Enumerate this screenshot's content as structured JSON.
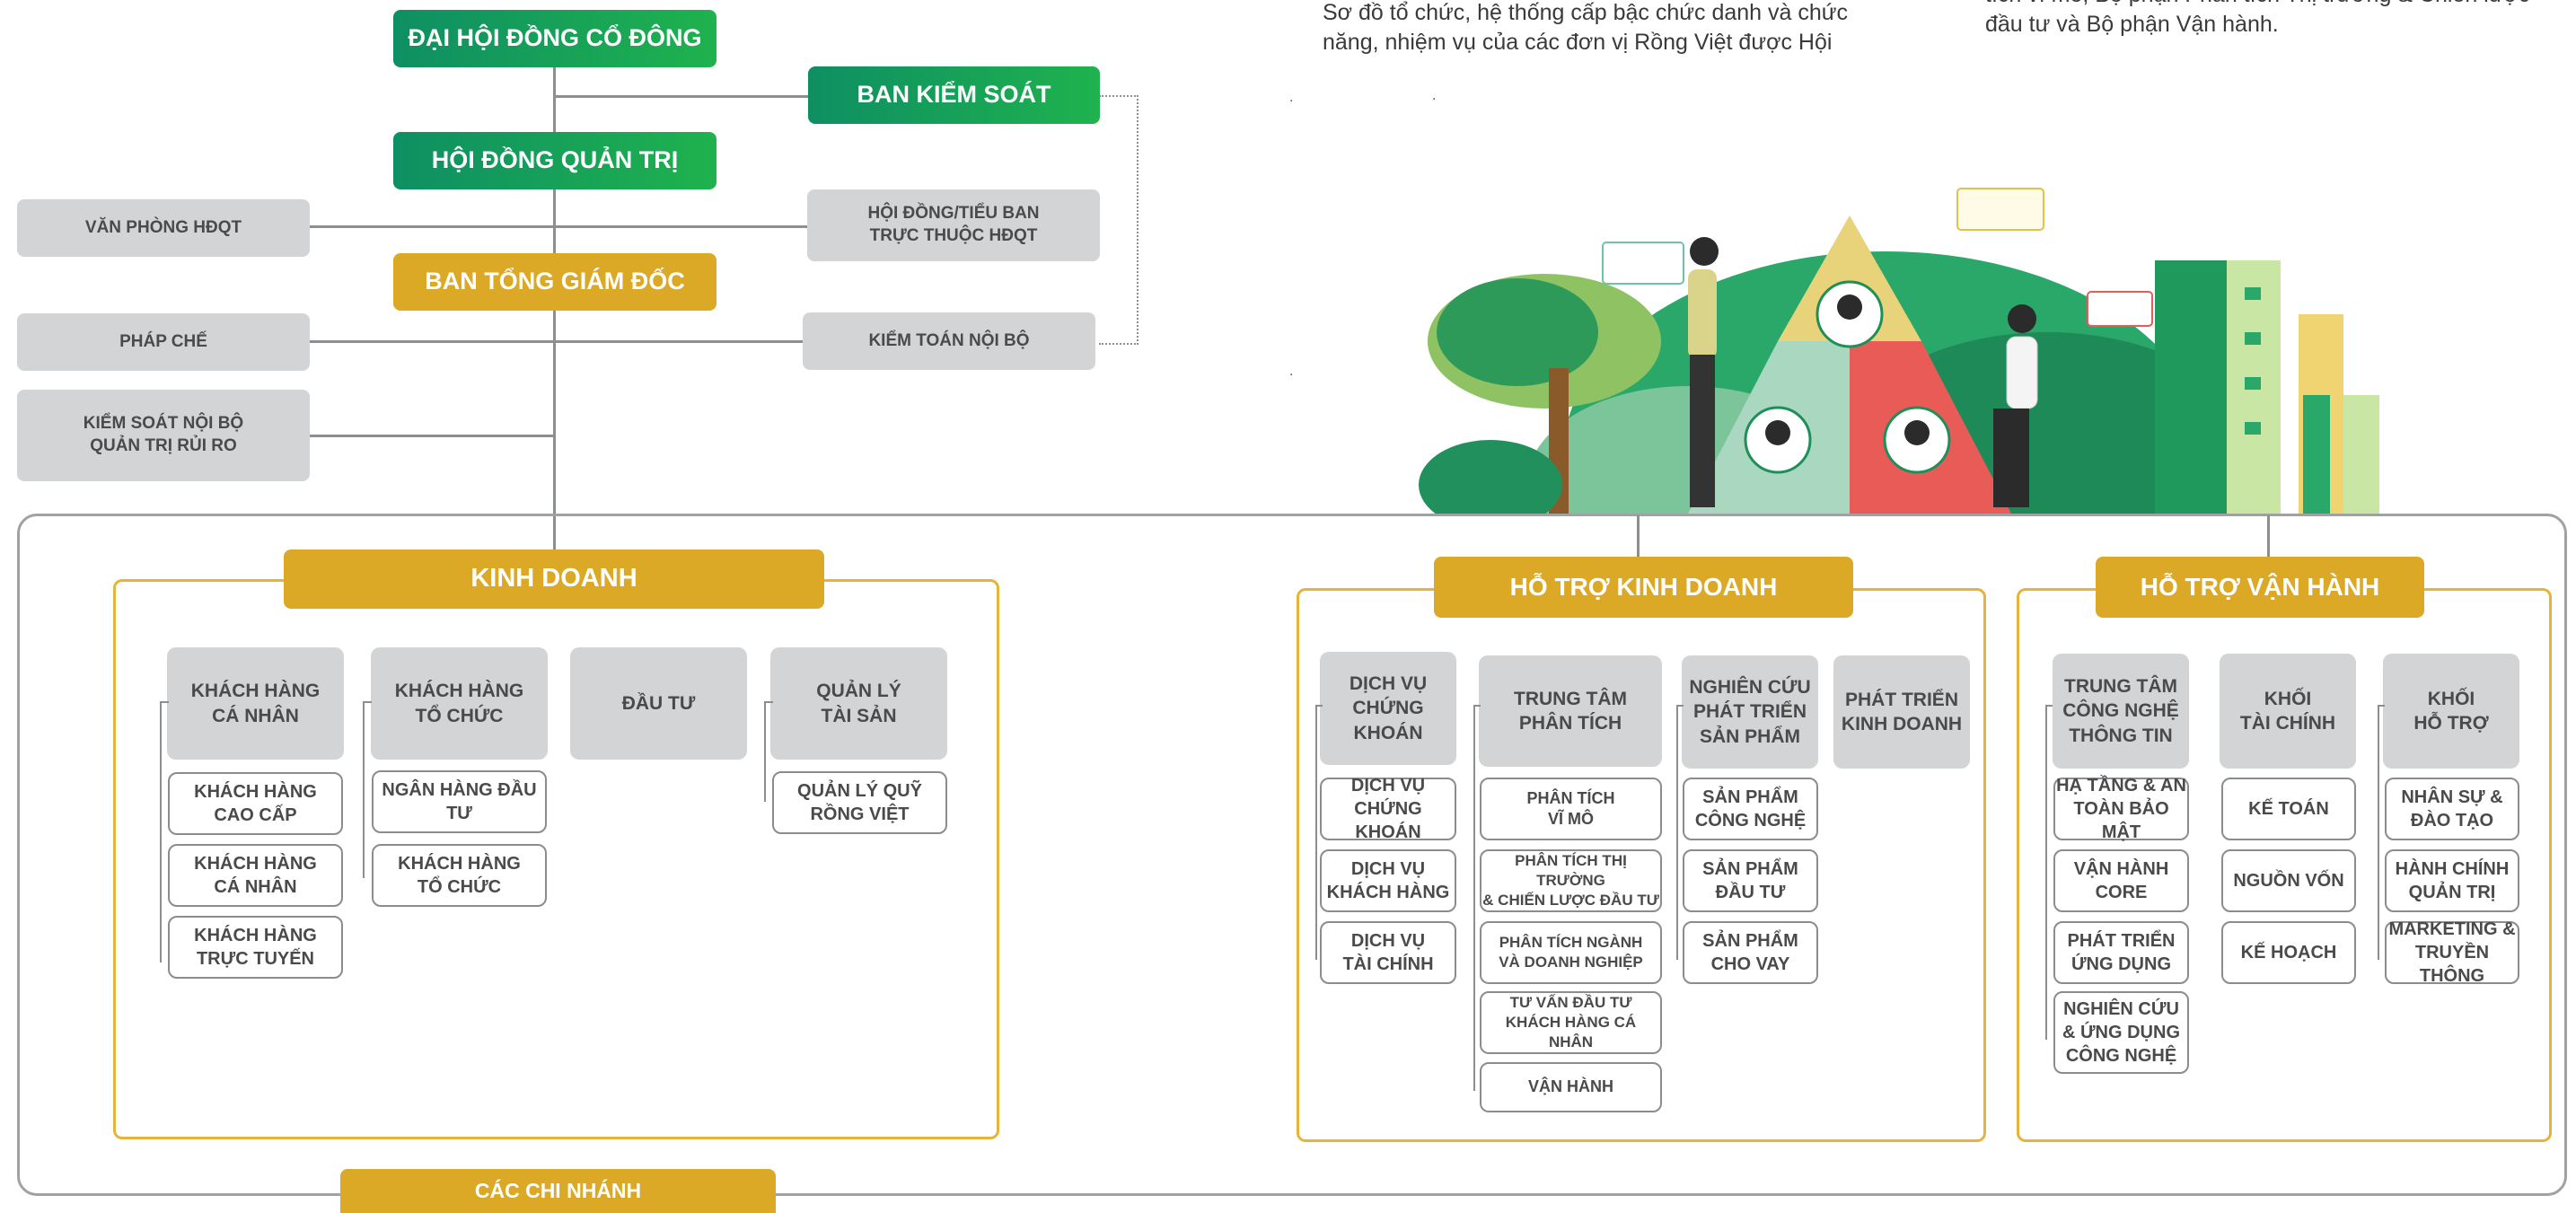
{
  "intro": {
    "left_text": "Sơ đồ tổ chức, hệ thống cấp bậc chức danh và chức\nnăng, nhiệm vụ của các đơn vị Rồng Việt được Hội",
    "right_text": "tích vĩ mô, Bộ phận Phân tích Thị trường & Chiến lược\nđầu tư và Bộ phận Vận hành."
  },
  "top": {
    "dhdcd": "ĐẠI HỘI ĐỒNG CỔ ĐÔNG",
    "ban_kiem_soat": "BAN KIỂM SOÁT",
    "hdqt": "HỘI ĐỒNG QUẢN TRỊ",
    "van_phong": "VĂN PHÒNG HĐQT",
    "hoi_dong_tieu_ban": "HỘI ĐỒNG/TIỂU BAN\nTRỰC THUỘC HĐQT",
    "ban_tgd": "BAN TỔNG GIÁM ĐỐC",
    "phap_che": "PHÁP CHẾ",
    "kiem_toan": "KIỂM TOÁN NỘI BỘ",
    "ksnb": "KIỂM SOÁT NỘI BỘ\nQUẢN TRỊ RỦI RO"
  },
  "kinh_doanh": {
    "title": "KINH DOANH",
    "kh_ca_nhan": "KHÁCH HÀNG\nCÁ NHÂN",
    "kh_to_chuc": "KHÁCH HÀNG\nTỔ CHỨC",
    "dau_tu": "ĐẦU TƯ",
    "quan_ly_tai_san": "QUẢN LÝ\nTÀI SẢN",
    "kh_cao_cap": "KHÁCH HÀNG\nCAO CẤP",
    "kh_ca_nhan_sub": "KHÁCH HÀNG\nCÁ NHÂN",
    "kh_truc_tuyen": "KHÁCH HÀNG\nTRỰC TUYẾN",
    "ngan_hang_dau_tu": "NGÂN HÀNG ĐẦU TƯ",
    "kh_to_chuc_sub": "KHÁCH HÀNG\nTỔ CHỨC",
    "quan_ly_quy": "QUẢN LÝ QUỸ\nRỒNG VIỆT"
  },
  "ho_tro_kd": {
    "title": "HỖ TRỢ KINH DOANH",
    "dich_vu_ck": "DỊCH VỤ\nCHỨNG KHOÁN",
    "trung_tam_pt": "TRUNG TÂM\nPHÂN TÍCH",
    "nc_phat_trien_sp": "NGHIÊN CỨU\nPHÁT TRIỂN\nSẢN PHẨM",
    "phat_trien_kd": "PHÁT TRIỂN\nKINH DOANH",
    "dv_ck_sub": "DỊCH VỤ\nCHỨNG KHOÁN",
    "dv_kh": "DỊCH VỤ\nKHÁCH HÀNG",
    "dv_tc": "DỊCH VỤ\nTÀI CHÍNH",
    "pt_vi_mo": "PHÂN TÍCH\nVĨ MÔ",
    "pt_thi_truong": "PHÂN TÍCH THỊ TRƯỜNG\n& CHIẾN LƯỢC ĐẦU TƯ",
    "pt_nganh": "PHÂN TÍCH NGÀNH\nVÀ DOANH NGHIỆP",
    "tu_van": "TƯ VẤN ĐẦU TƯ\nKHÁCH HÀNG CÁ NHÂN",
    "van_hanh": "VẬN HÀNH",
    "sp_cong_nghe": "SẢN PHẨM\nCÔNG NGHỆ",
    "sp_dau_tu": "SẢN PHẨM\nĐẦU TƯ",
    "sp_cho_vay": "SẢN PHẨM\nCHO VAY"
  },
  "ho_tro_vh": {
    "title": "HỖ TRỢ VẬN HÀNH",
    "tt_cntt": "TRUNG TÂM\nCÔNG NGHỆ\nTHÔNG TIN",
    "khoi_tc": "KHỐI\nTÀI CHÍNH",
    "khoi_ht": "KHỐI\nHỖ TRỢ",
    "ha_tang": "HẠ TẦNG & AN\nTOÀN BẢO MẬT",
    "vh_core": "VẬN HÀNH CORE",
    "pt_ung_dung": "PHÁT TRIỂN\nỨNG DỤNG",
    "nc_ung_dung": "NGHIÊN CỨU\n& ỨNG DỤNG\nCÔNG NGHỆ",
    "ke_toan": "KẾ TOÁN",
    "nguon_von": "NGUỒN VỐN",
    "ke_hoach": "KẾ HOẠCH",
    "nhan_su": "NHÂN SỰ &\nĐÀO TẠO",
    "hanh_chinh": "HÀNH CHÍNH\nQUẢN TRỊ",
    "marketing": "MARKETING &\nTRUYỀN THÔNG"
  },
  "chi_nhanh": "CÁC CHI NHÁNH",
  "colors": {
    "green": "#16a05a",
    "gold": "#dba925",
    "grey": "#d3d4d6",
    "section_border": "#e6b43a"
  }
}
